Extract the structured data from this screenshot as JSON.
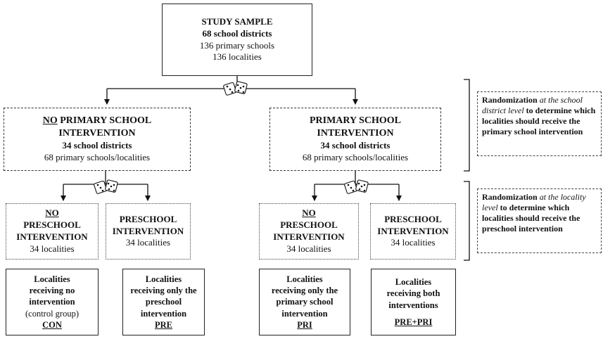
{
  "study_sample": {
    "title": "STUDY SAMPLE",
    "districts": "68 school districts",
    "schools": "136 primary schools",
    "localities": "136 localities"
  },
  "no_primary": {
    "no": "NO",
    "line1_rest": " PRIMARY SCHOOL",
    "line2": "INTERVENTION",
    "districts": "34 school districts",
    "schools": "68 primary schools/localities"
  },
  "primary": {
    "line1": "PRIMARY SCHOOL",
    "line2": "INTERVENTION",
    "districts": "34 school districts",
    "schools": "68 primary schools/localities"
  },
  "randomization_district": {
    "bold1": "Randomization ",
    "italic": "at the school district level",
    "bold2": " to determine which localities should receive the primary school intervention"
  },
  "randomization_locality": {
    "bold1": "Randomization ",
    "italic_at": "at ",
    "italic": "the locality level",
    "bold2": " to determine which localities should receive the preschool intervention"
  },
  "arms": [
    {
      "no": "NO",
      "l1": "PRESCHOOL",
      "l2": "INTERVENTION",
      "count": "34 localities"
    },
    {
      "no": "",
      "l1": "PRESCHOOL",
      "l2": "INTERVENTION",
      "count": "34 localities"
    },
    {
      "no": "NO",
      "l1": "PRESCHOOL",
      "l2": "INTERVENTION",
      "count": "34 localities"
    },
    {
      "no": "",
      "l1": "PRESCHOOL",
      "l2": "INTERVENTION",
      "count": "34 localities"
    }
  ],
  "groups": [
    {
      "l1": "Localities",
      "l2": "receiving no",
      "l3": "intervention",
      "l4": "(control group)",
      "code": "CON"
    },
    {
      "l1": "Localities",
      "l2": "receiving only the",
      "l3": "preschool",
      "l4": "intervention",
      "code": "PRE"
    },
    {
      "l1": "Localities",
      "l2": "receiving only the",
      "l3": "primary school",
      "l4": "intervention",
      "code": "PRI"
    },
    {
      "l1": "Localities",
      "l2": "receiving both",
      "l3": "interventions",
      "code": "PRE+PRI"
    }
  ],
  "icons": {
    "dice": "dice-icon"
  }
}
